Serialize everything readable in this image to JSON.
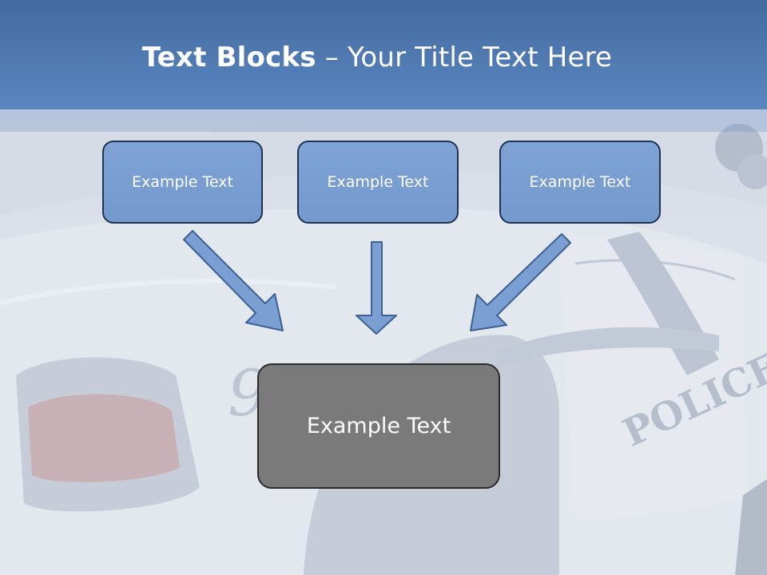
{
  "slide": {
    "title_bold": "Text Blocks",
    "title_dash": " – ",
    "title_rest": "Your Title Text Here"
  },
  "diagram": {
    "top_blocks": [
      {
        "label": "Example Text"
      },
      {
        "label": "Example Text"
      },
      {
        "label": "Example Text"
      }
    ],
    "bottom_block": {
      "label": "Example Text"
    }
  },
  "colors": {
    "header": "#4f7ab3",
    "block_fill": "#7a9fd2",
    "block_border": "#1f3455",
    "arrow_fill": "#7a9fd2",
    "bottom_fill": "#7a7a7a"
  }
}
